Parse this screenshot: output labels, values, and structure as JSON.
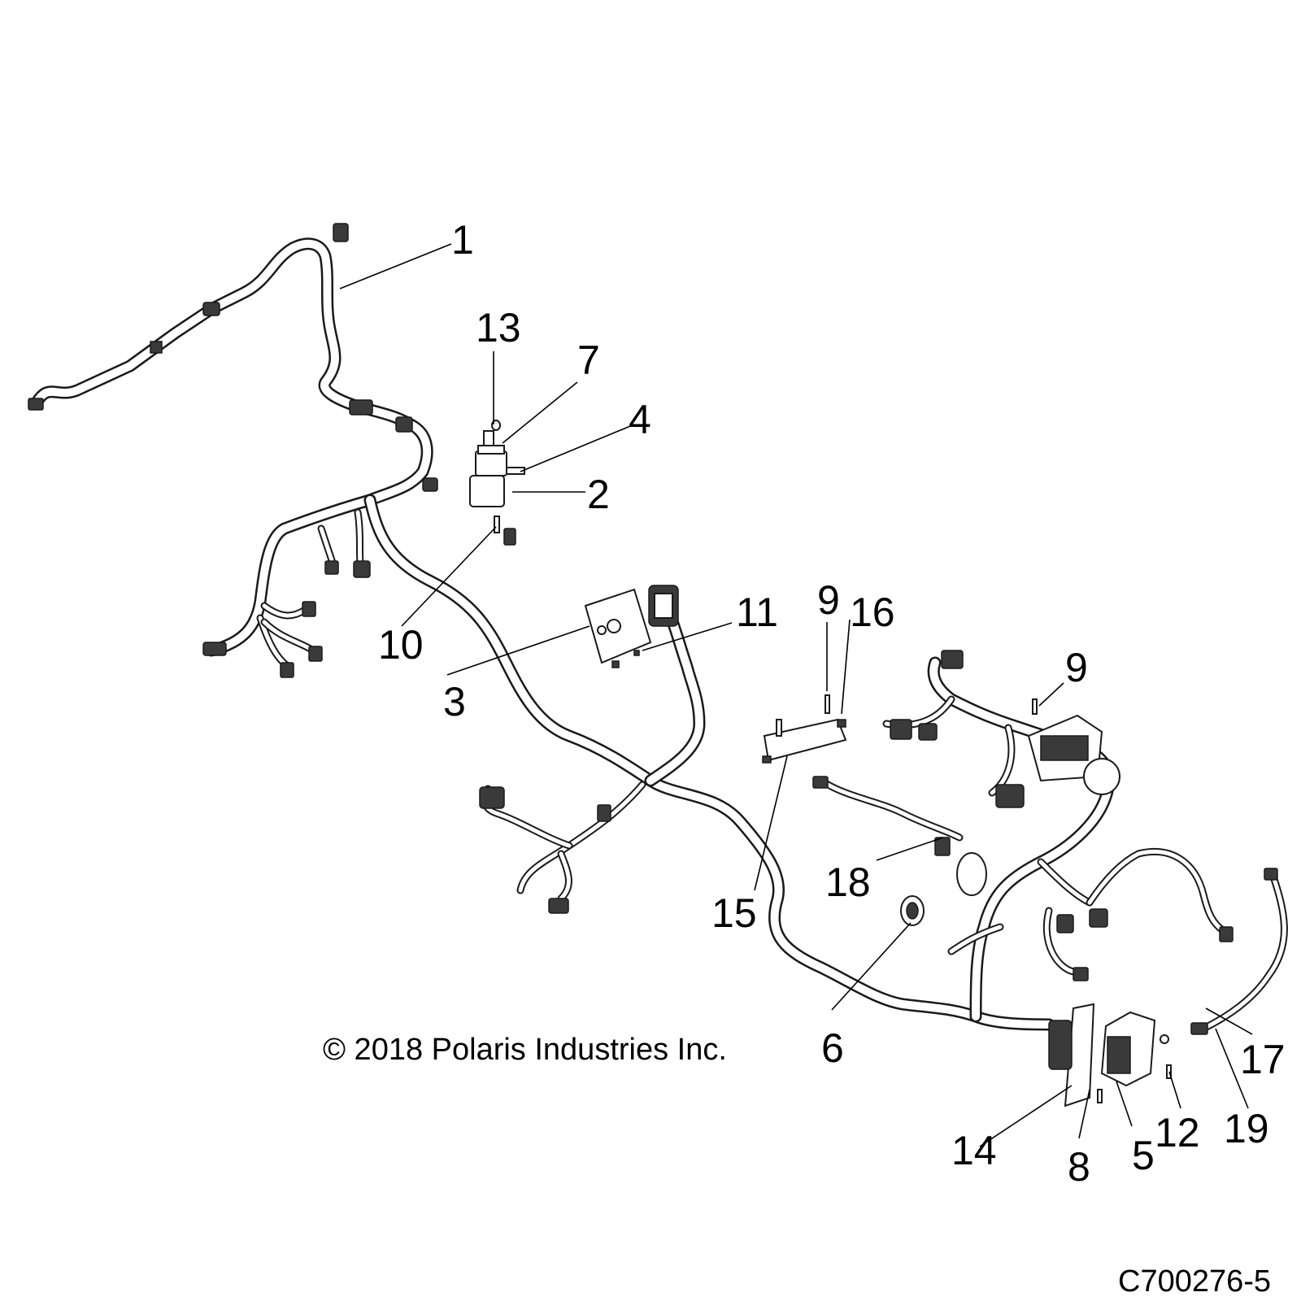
{
  "callouts": [
    {
      "id": "c1",
      "label": "1"
    },
    {
      "id": "c2",
      "label": "2"
    },
    {
      "id": "c3",
      "label": "3"
    },
    {
      "id": "c4",
      "label": "4"
    },
    {
      "id": "c5",
      "label": "5"
    },
    {
      "id": "c6",
      "label": "6"
    },
    {
      "id": "c7",
      "label": "7"
    },
    {
      "id": "c8",
      "label": "8"
    },
    {
      "id": "c9a",
      "label": "9"
    },
    {
      "id": "c9b",
      "label": "9"
    },
    {
      "id": "c10",
      "label": "10"
    },
    {
      "id": "c11",
      "label": "11"
    },
    {
      "id": "c12",
      "label": "12"
    },
    {
      "id": "c13",
      "label": "13"
    },
    {
      "id": "c14",
      "label": "14"
    },
    {
      "id": "c15",
      "label": "15"
    },
    {
      "id": "c16",
      "label": "16"
    },
    {
      "id": "c17",
      "label": "17"
    },
    {
      "id": "c18",
      "label": "18"
    },
    {
      "id": "c19",
      "label": "19"
    }
  ],
  "copyright": "© 2018 Polaris Industries Inc.",
  "drawing_id": "C700276-5"
}
